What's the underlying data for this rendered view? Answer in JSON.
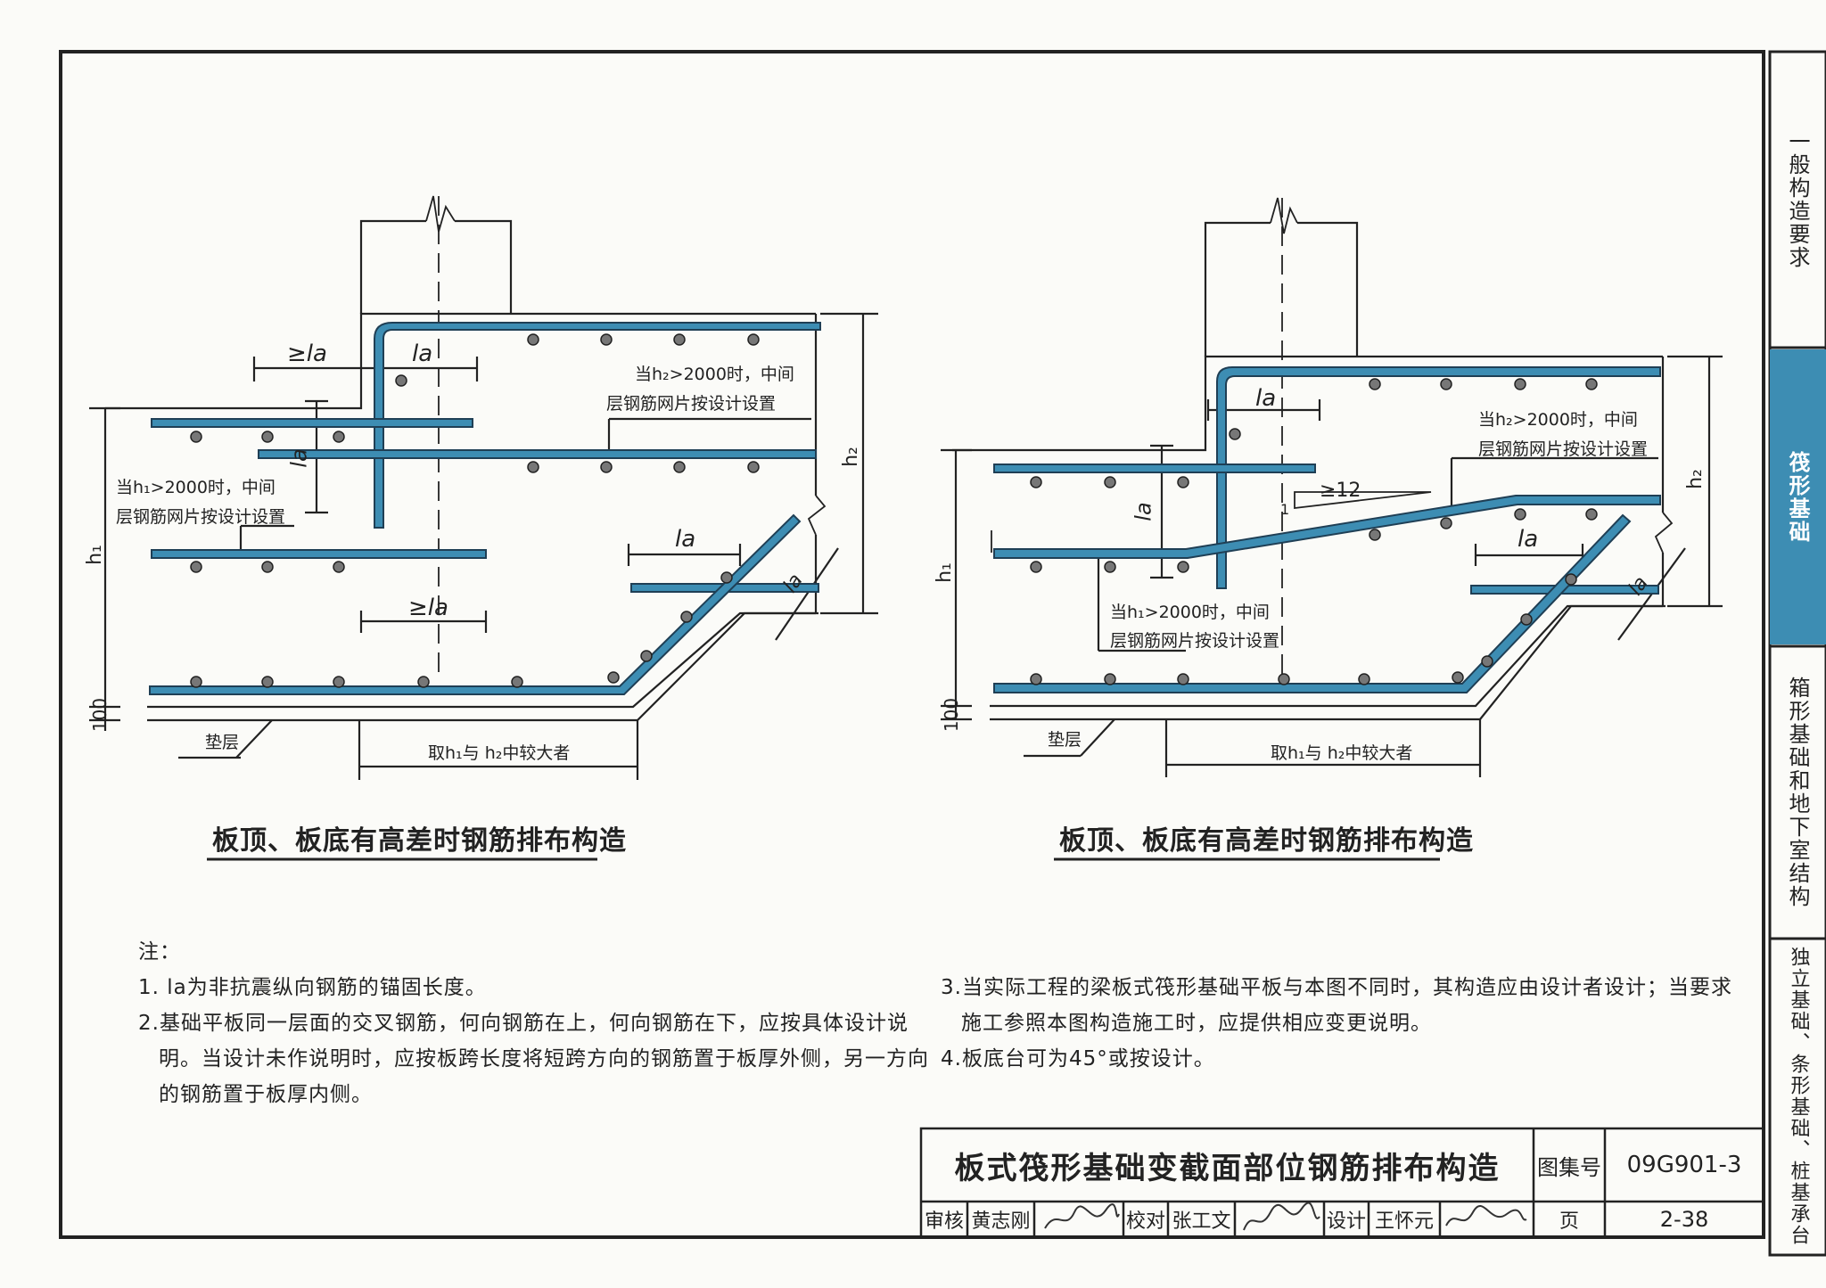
{
  "left_drawing": {
    "title": "板顶、板底有高差时钢筋排布构造",
    "labels": {
      "la_min_top": "≥la",
      "la_top": "la",
      "la_vert": "la",
      "h1_note_1": "当h₁>2000时，中间",
      "h1_note_2": "层钢筋网片按设计设置",
      "h2_note_1": "当h₂>2000时，中间",
      "h2_note_2": "层钢筋网片按设计设置",
      "la_right": "la",
      "la_slope": "la",
      "la_min_bottom": "≥la",
      "h1": "h₁",
      "h2": "h₂",
      "dim_100": "100",
      "cushion": "垫层",
      "bottom_dim": "取h₁与 h₂中较大者"
    }
  },
  "right_drawing": {
    "title": "板顶、板底有高差时钢筋排布构造",
    "labels": {
      "la_top": "la",
      "la_vert": "la",
      "slope_1": "1",
      "slope_12": "≥12",
      "h2_note_1": "当h₂>2000时，中间",
      "h2_note_2": "层钢筋网片按设计设置",
      "h1_note_1": "当h₁>2000时，中间",
      "h1_note_2": "层钢筋网片按设计设置",
      "la_right": "la",
      "la_slope": "la",
      "h1": "h₁",
      "h2": "h₂",
      "dim_100": "100",
      "cushion": "垫层",
      "bottom_dim": "取h₁与 h₂中较大者"
    }
  },
  "notes": {
    "heading": "注：",
    "n1": "1. la为非抗震纵向钢筋的锚固长度。",
    "n2_a": "2.基础平板同一层面的交叉钢筋，何向钢筋在上，何向钢筋在下，应按具体设计说",
    "n2_b": "明。当设计未作说明时，应按板跨长度将短跨方向的钢筋置于板厚外侧，另一方向",
    "n2_c": "的钢筋置于板厚内侧。",
    "n3_a": "3.当实际工程的梁板式筏形基础平板与本图不同时，其构造应由设计者设计；当要求",
    "n3_b": "施工参照本图构造施工时，应提供相应变更说明。",
    "n4": "4.板底台可为45°或按设计。"
  },
  "sidebar": {
    "tabs": [
      {
        "label": "一般构造要求",
        "active": false
      },
      {
        "label": "筏形基础",
        "active": true
      },
      {
        "label": "箱形基础和地下室结构",
        "active": false
      },
      {
        "label": "独立基础、条形基础、桩基承台",
        "active": false
      }
    ]
  },
  "title_block": {
    "main_title": "板式筏形基础变截面部位钢筋排布构造",
    "atlas_label": "图集号",
    "atlas_no": "09G901-3",
    "review_label": "审核",
    "reviewer": "黄志刚",
    "check_label": "校对",
    "checker": "张工文",
    "design_label": "设计",
    "designer": "王怀元",
    "page_label": "页",
    "page_no": "2-38"
  },
  "colors": {
    "rebar": "#3d8db3",
    "rebar_edge": "#1f3f55",
    "line": "#222222",
    "tab_active": "#3d8db3"
  }
}
